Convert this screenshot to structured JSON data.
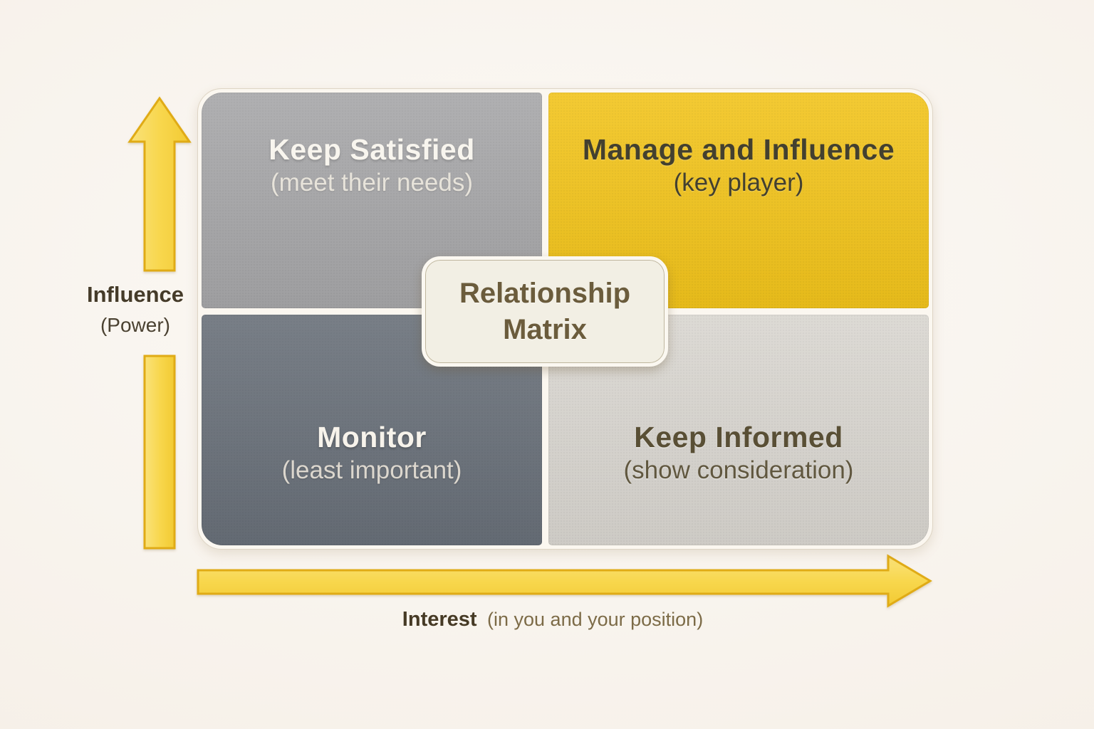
{
  "slide": {
    "background_color": "#f9f4ed",
    "center_box": {
      "line1": "Relationship",
      "line2": "Matrix",
      "bg_color": "#f2efe4",
      "text_color": "#6b5c3c"
    }
  },
  "quadrants": [
    {
      "position": "top-left",
      "title": "Keep Satisfied",
      "subtitle": "(meet their needs)",
      "bg_color": "#a7a7a9",
      "text_color": "#f8f5ee"
    },
    {
      "position": "top-right",
      "title": "Manage and Influence",
      "subtitle": "(key player)",
      "bg_color": "#f2c41c",
      "text_color": "#43402f"
    },
    {
      "position": "bottom-left",
      "title": "Monitor",
      "subtitle": "(least important)",
      "bg_color": "#697079",
      "text_color": "#f7f3eb"
    },
    {
      "position": "bottom-right",
      "title": "Keep Informed",
      "subtitle": "(show consideration)",
      "bg_color": "#d9d6d0",
      "text_color": "#594f35"
    }
  ],
  "axes": {
    "y_axis": {
      "label": "Influence",
      "sublabel": "(Power)",
      "direction": "up"
    },
    "x_axis": {
      "label": "Interest",
      "sublabel": "(in you and your position)",
      "direction": "right"
    },
    "arrow_fill": "#f8d74e",
    "arrow_border": "#e0ab16"
  }
}
